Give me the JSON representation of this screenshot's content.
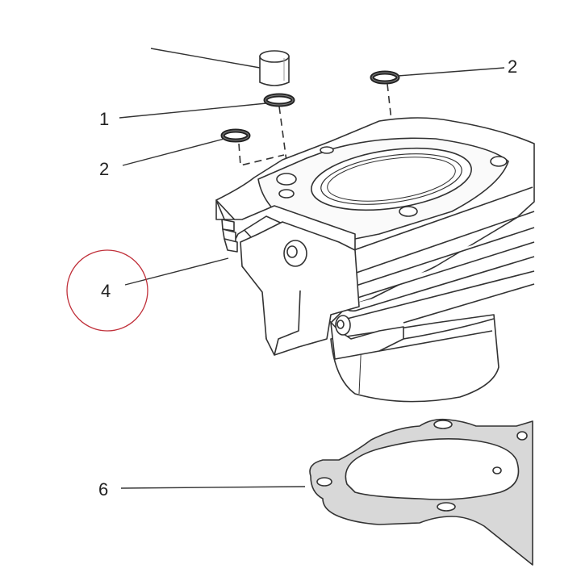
{
  "callouts": {
    "label_1": "1",
    "label_2_top": "2",
    "label_2_left": "2",
    "label_4": "4",
    "label_6": "6"
  },
  "colors": {
    "line": "#333333",
    "highlight_circle": "#c0303a",
    "gasket_fill": "#d8d8d8"
  }
}
